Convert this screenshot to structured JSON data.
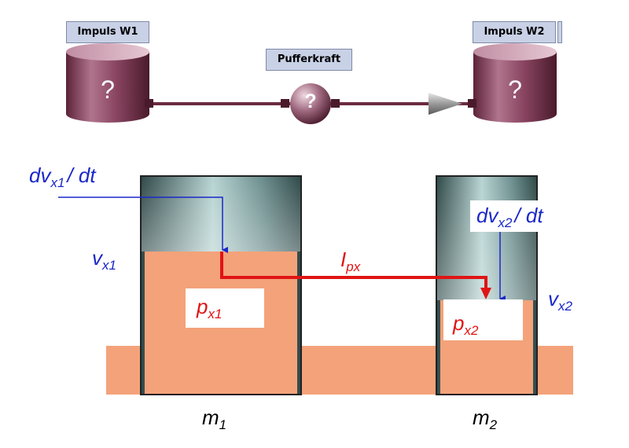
{
  "top_model": {
    "container_1_label": "Impuls W1",
    "container_2_label": "Impuls W2",
    "flow_label": "Pufferkraft",
    "unknown_mark": "?"
  },
  "physical_model": {
    "dv1": {
      "base": "dv",
      "sub": "x1",
      "tail": "/ dt"
    },
    "dv2": {
      "base": "dv",
      "sub": "x2",
      "tail": "/ dt"
    },
    "v1": {
      "base": "v",
      "sub": "x1"
    },
    "v2": {
      "base": "v",
      "sub": "x2"
    },
    "p1": {
      "base": "p",
      "sub": "x1"
    },
    "p2": {
      "base": "p",
      "sub": "x2"
    },
    "flow": {
      "base": "I",
      "sub": "px"
    },
    "m1": {
      "base": "m",
      "sub": "1"
    },
    "m2": {
      "base": "m",
      "sub": "2"
    }
  },
  "colors": {
    "quantity_blue": "#1a28c8",
    "impulse_red": "#e01414",
    "fill_orange": "#f4a27a",
    "container_maroon": "#7a3550",
    "label_bg": "#c9d1e6"
  }
}
